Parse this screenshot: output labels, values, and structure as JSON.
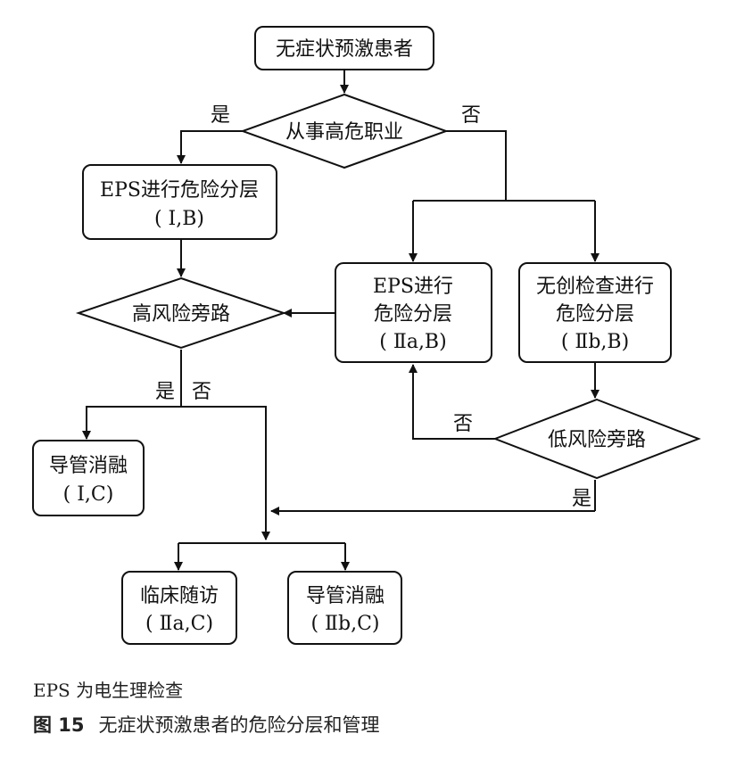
{
  "nodes": {
    "start": [
      "无症状预激患者"
    ],
    "job": [
      "从事高危职业"
    ],
    "eps1": [
      "EPS进行危险分层",
      "( Ⅰ,B)"
    ],
    "hr": [
      "高风险旁路"
    ],
    "eps2": [
      "EPS进行",
      "危险分层",
      "( Ⅱa,B)"
    ],
    "ni": [
      "无创检查进行",
      "危险分层",
      "( Ⅱb,B)"
    ],
    "lr": [
      "低风险旁路"
    ],
    "abl1": [
      "导管消融",
      "( Ⅰ,C)"
    ],
    "fu": [
      "临床随访",
      "( Ⅱa,C)"
    ],
    "abl2": [
      "导管消融",
      "( Ⅱb,C)"
    ]
  },
  "edges": {
    "job_yes": "是",
    "job_no": "否",
    "hr_yes": "是",
    "hr_no": "否",
    "lr_no": "否",
    "lr_yes": "是"
  },
  "footnote": "EPS 为电生理检查",
  "figure": {
    "label": "图 15",
    "caption": "无症状预激患者的危险分层和管理"
  },
  "colors": {
    "ink": "#111111",
    "background": "#ffffff"
  }
}
